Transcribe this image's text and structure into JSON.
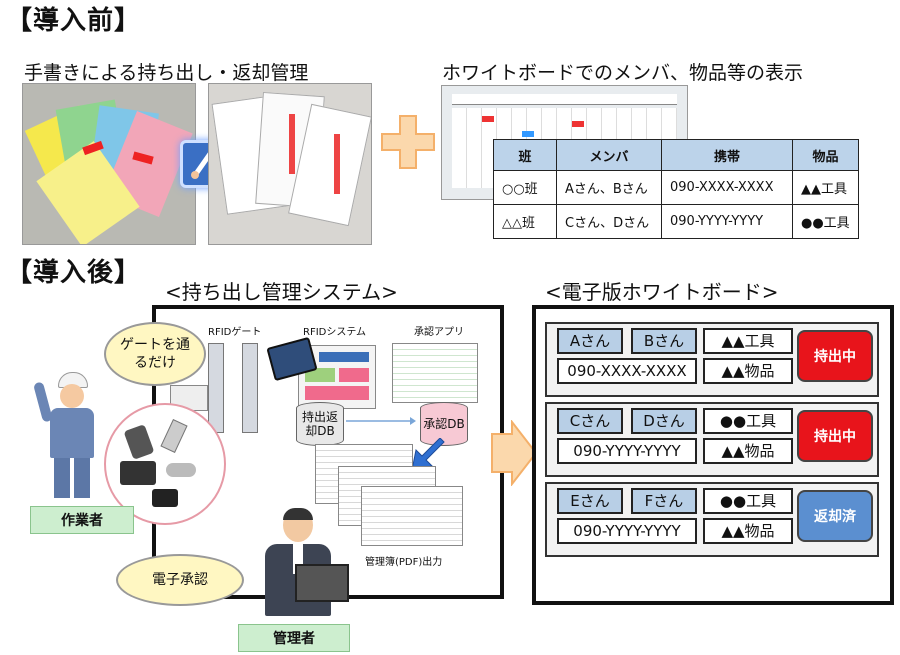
{
  "before": {
    "heading": "【導入前】",
    "handwriting_caption": "手書きによる持ち出し・返却管理",
    "whiteboard_caption": "ホワイトボードでのメンバ、物品等の表示",
    "table": {
      "headers": [
        "班",
        "メンバ",
        "携帯",
        "物品"
      ],
      "rows": [
        [
          "○○班",
          "Aさん、Bさん",
          "090-XXXX-XXXX",
          "▲▲工具"
        ],
        [
          "△△班",
          "Cさん、Dさん",
          "090-YYYY-YYYY",
          "●●工具"
        ]
      ]
    }
  },
  "after": {
    "heading": "【導入後】",
    "system_title": "<持ち出し管理システム>",
    "board_title": "<電子版ホワイトボード>",
    "system": {
      "rfid_gate": "RFIDゲート",
      "rfid_system": "RFIDシステム",
      "approval_app": "承認アプリ",
      "db_checkout": "持出返却DB",
      "db_approval": "承認DB",
      "pdf_output": "管理簿(PDF)出力"
    },
    "bubble_gate": "ゲートを通るだけ",
    "bubble_approval": "電子承認",
    "role_worker": "作業者",
    "role_manager": "管理者",
    "board_rows": [
      {
        "names": [
          "Aさん",
          "Bさん"
        ],
        "phone": "090-XXXX-XXXX",
        "items": [
          "▲▲工具",
          "▲▲物品"
        ],
        "status": "持出中",
        "status_color": "#e8141b"
      },
      {
        "names": [
          "Cさん",
          "Dさん"
        ],
        "phone": "090-YYYY-YYYY",
        "items": [
          "●●工具",
          "▲▲物品"
        ],
        "status": "持出中",
        "status_color": "#e8141b"
      },
      {
        "names": [
          "Eさん",
          "Fさん"
        ],
        "phone": "090-YYYY-YYYY",
        "items": [
          "●●工具",
          "▲▲物品"
        ],
        "status": "返却済",
        "status_color": "#5b8fd0"
      }
    ]
  },
  "colors": {
    "arrow": "#f9c98e",
    "table_header": "#bcd3ea",
    "role_bg": "#cdeecf"
  }
}
